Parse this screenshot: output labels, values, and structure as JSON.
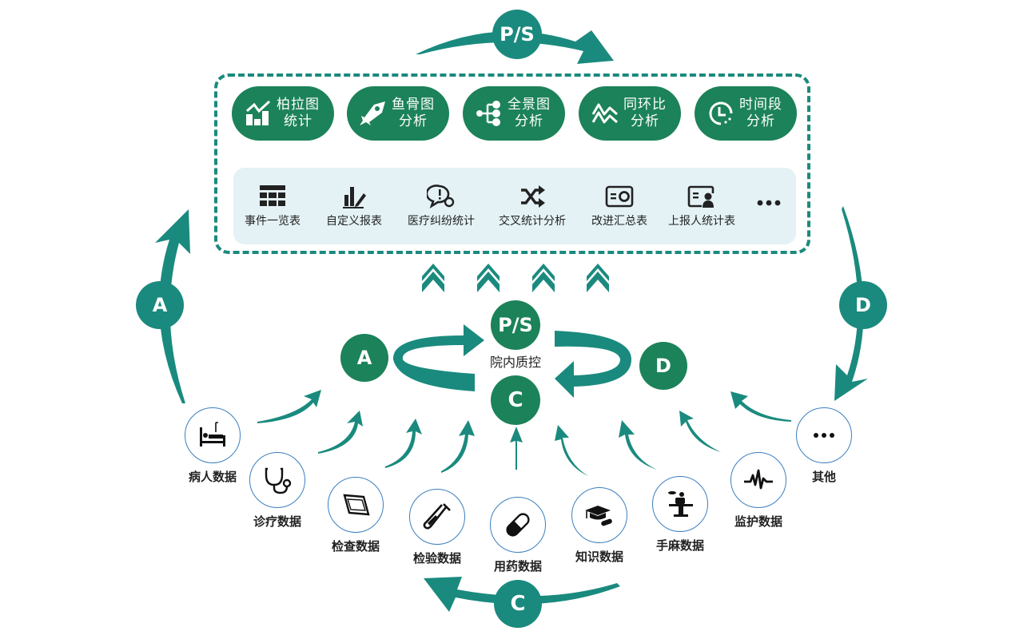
{
  "colors": {
    "teal": "#1a8a7e",
    "green": "#1c8259",
    "panel": "#e4f2f6",
    "ring": "#3a7fc0",
    "text": "#222222"
  },
  "top_cycle": {
    "label": "P/S"
  },
  "left_cycle": {
    "label": "A"
  },
  "right_cycle": {
    "label": "D"
  },
  "bottom_cycle": {
    "label": "C"
  },
  "analysis_tools": [
    {
      "line1": "柏拉图",
      "line2": "统计",
      "icon": "pareto-chart-icon"
    },
    {
      "line1": "鱼骨图",
      "line2": "分析",
      "icon": "fishbone-icon"
    },
    {
      "line1": "全景图",
      "line2": "分析",
      "icon": "tree-icon"
    },
    {
      "line1": "同环比",
      "line2": "分析",
      "icon": "wave-compare-icon"
    },
    {
      "line1": "时间段",
      "line2": "分析",
      "icon": "clock-icon"
    }
  ],
  "reports": [
    {
      "label": "事件一览表",
      "icon": "table-grid-icon"
    },
    {
      "label": "自定义报表",
      "icon": "bar-chart-pen-icon"
    },
    {
      "label": "医疗纠纷统计",
      "icon": "chat-alert-icon"
    },
    {
      "label": "交叉统计分析",
      "icon": "shuffle-icon"
    },
    {
      "label": "改进汇总表",
      "icon": "refresh-card-icon"
    },
    {
      "label": "上报人统计表",
      "icon": "user-card-icon"
    },
    {
      "label": "",
      "icon": "more-icon"
    }
  ],
  "inner_cycle": {
    "ps": "P/S",
    "a": "A",
    "c": "C",
    "d": "D",
    "title": "院内质控"
  },
  "data_sources": [
    {
      "label": "病人数据",
      "icon": "hospital-bed-icon"
    },
    {
      "label": "诊疗数据",
      "icon": "stethoscope-icon"
    },
    {
      "label": "检查数据",
      "icon": "film-icon"
    },
    {
      "label": "检验数据",
      "icon": "test-tube-icon"
    },
    {
      "label": "用药数据",
      "icon": "pill-icon"
    },
    {
      "label": "知识数据",
      "icon": "graduation-cap-icon"
    },
    {
      "label": "手麻数据",
      "icon": "surgery-icon"
    },
    {
      "label": "监护数据",
      "icon": "heartbeat-icon"
    },
    {
      "label": "其他",
      "icon": "more-icon"
    }
  ]
}
